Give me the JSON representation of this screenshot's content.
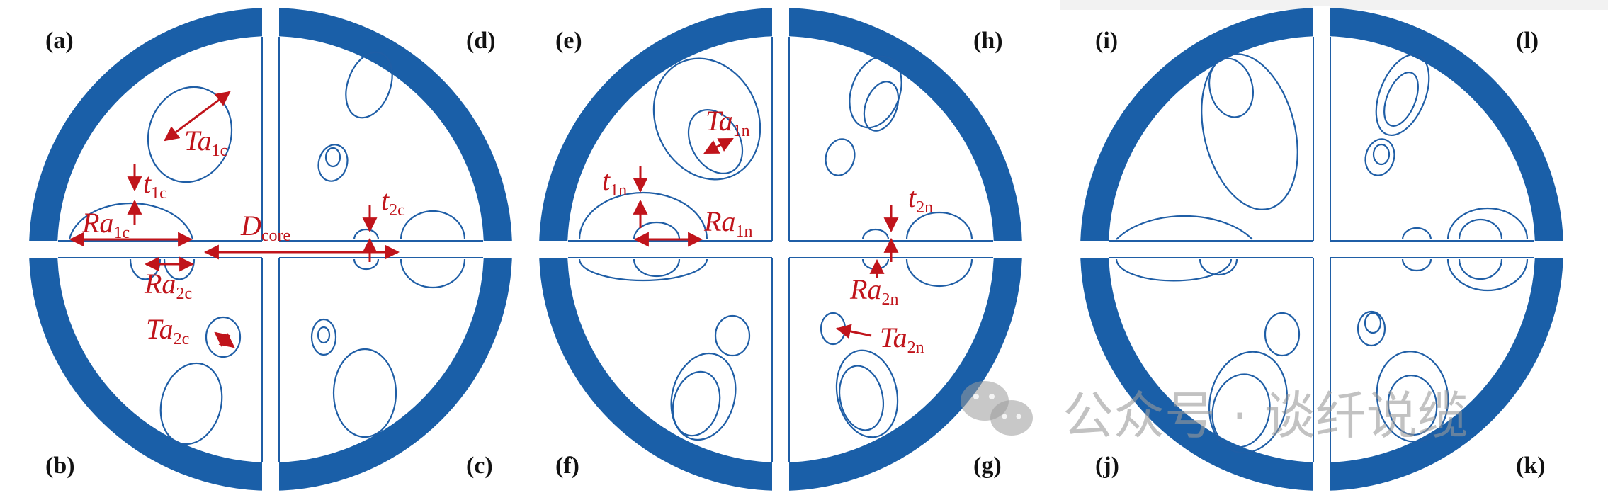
{
  "colors": {
    "ring": "#1a5fa8",
    "outline": "#1f5ea6",
    "annotation": "#c0141b",
    "watermark": "#9a9a9a"
  },
  "panels": {
    "a": "(a)",
    "b": "(b)",
    "c": "(c)",
    "d": "(d)",
    "e": "(e)",
    "f": "(f)",
    "g": "(g)",
    "h": "(h)",
    "i": "(i)",
    "j": "(j)",
    "k": "(k)",
    "l": "(l)"
  },
  "annotations": {
    "Ta1c": {
      "main": "Ta",
      "sub": "1c"
    },
    "t1c": {
      "main": "t",
      "sub": "1c"
    },
    "Ra1c": {
      "main": "Ra",
      "sub": "1c"
    },
    "Dcore": {
      "main": "D",
      "sub": "core"
    },
    "t2c": {
      "main": "t",
      "sub": "2c"
    },
    "Ra2c": {
      "main": "Ra",
      "sub": "2c"
    },
    "Ta2c": {
      "main": "Ta",
      "sub": "2c"
    },
    "Ta1n": {
      "main": "Ta",
      "sub": "1n"
    },
    "t1n": {
      "main": "t",
      "sub": "1n"
    },
    "Ra1n": {
      "main": "Ra",
      "sub": "1n"
    },
    "t2n": {
      "main": "t",
      "sub": "2n"
    },
    "Ra2n": {
      "main": "Ra",
      "sub": "2n"
    },
    "Ta2n": {
      "main": "Ta",
      "sub": "2n"
    }
  },
  "watermark": {
    "icon": "wechat-icon",
    "text": "公众号 · 谈纤说缆"
  }
}
